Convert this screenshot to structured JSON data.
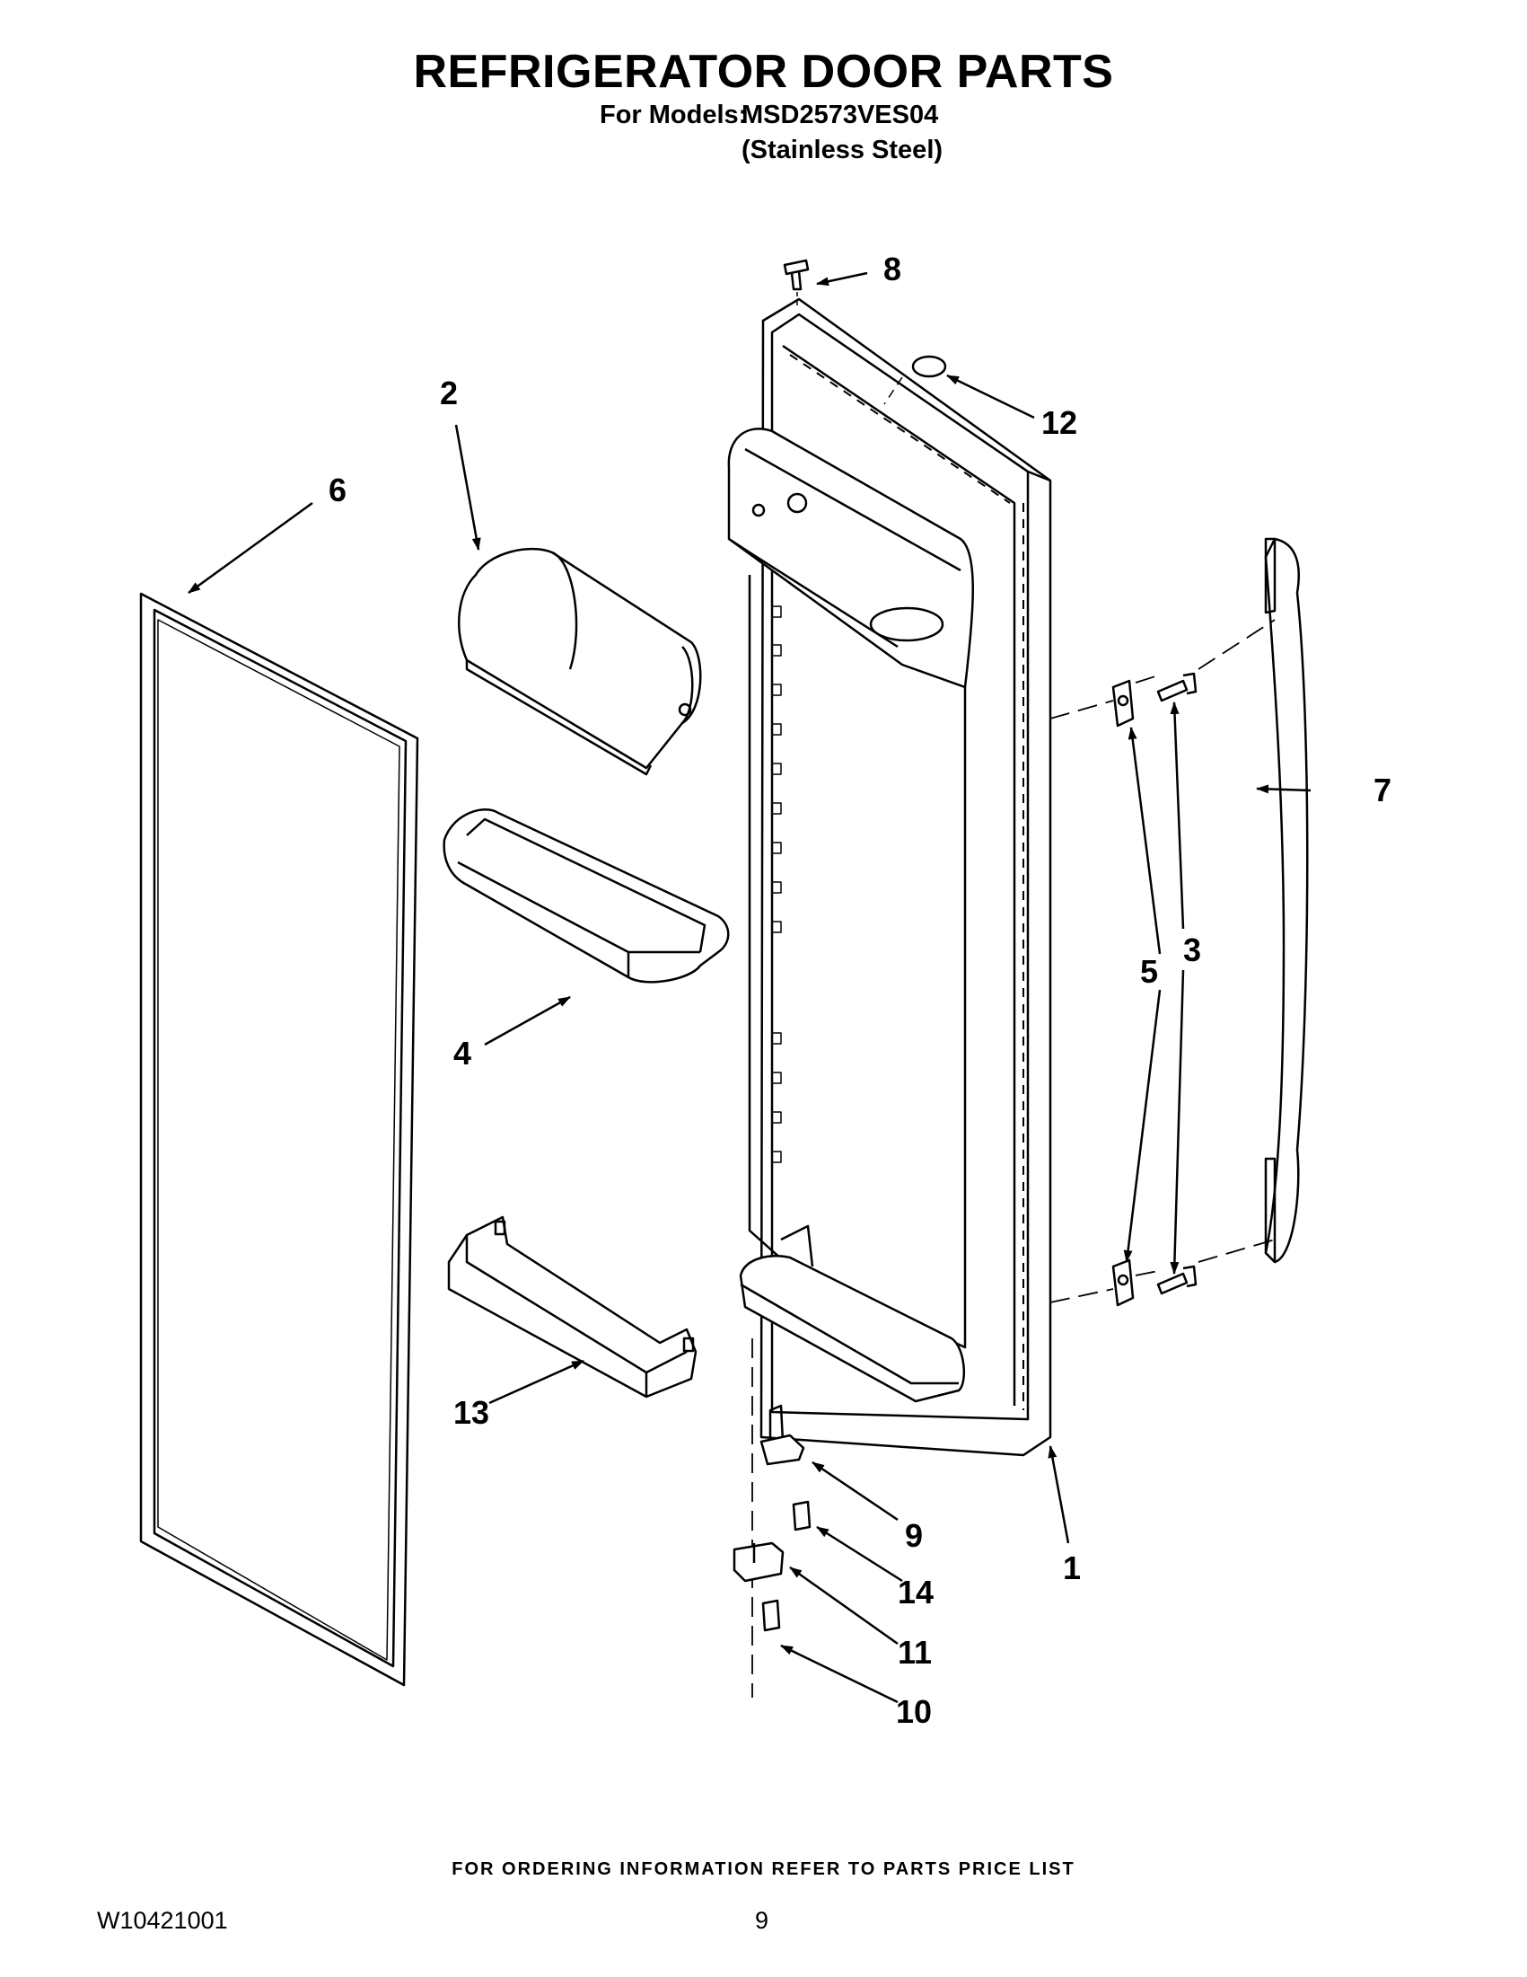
{
  "header": {
    "title": "REFRIGERATOR DOOR PARTS",
    "models_label": "For Models:",
    "model_number": "MSD2573VES04",
    "model_finish": "(Stainless Steel)"
  },
  "callouts": [
    "1",
    "2",
    "3",
    "4",
    "5",
    "6",
    "7",
    "8",
    "9",
    "10",
    "11",
    "12",
    "13",
    "14"
  ],
  "footer": {
    "ordering_note": "FOR ORDERING INFORMATION REFER TO PARTS PRICE LIST",
    "document_number": "W10421001",
    "page_number": "9"
  }
}
